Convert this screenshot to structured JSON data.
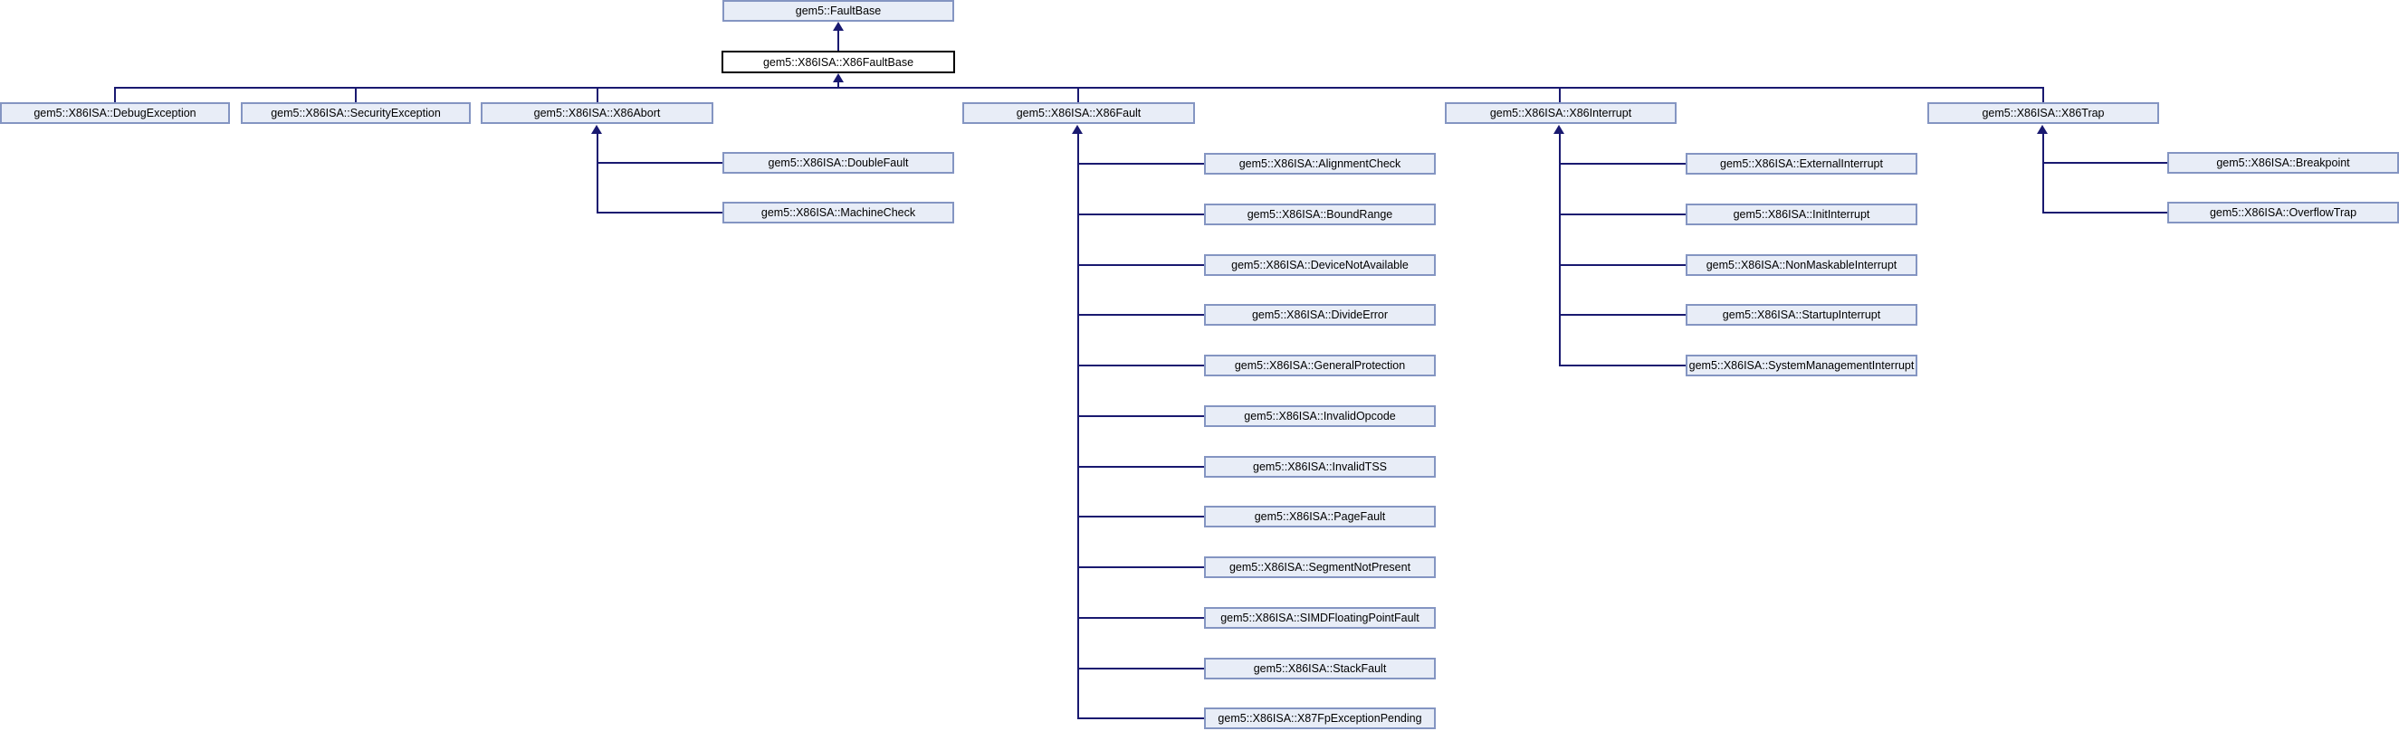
{
  "colors": {
    "background": "#ffffff",
    "node_fill": "#e8edf7",
    "node_border": "#8495c2",
    "current_node_fill": "#ffffff",
    "current_node_border": "#000000",
    "edge": "#191970",
    "text": "#000000"
  },
  "graph": {
    "type": "class-inheritance-diagram",
    "base": {
      "label": "gem5::FaultBase"
    },
    "current": {
      "label": "gem5::X86ISA::X86FaultBase"
    },
    "subclasses": [
      {
        "label": "gem5::X86ISA::DebugException",
        "children": []
      },
      {
        "label": "gem5::X86ISA::SecurityException",
        "children": []
      },
      {
        "label": "gem5::X86ISA::X86Abort",
        "children": [
          {
            "label": "gem5::X86ISA::DoubleFault"
          },
          {
            "label": "gem5::X86ISA::MachineCheck"
          }
        ]
      },
      {
        "label": "gem5::X86ISA::X86Fault",
        "children": [
          {
            "label": "gem5::X86ISA::AlignmentCheck"
          },
          {
            "label": "gem5::X86ISA::BoundRange"
          },
          {
            "label": "gem5::X86ISA::DeviceNotAvailable"
          },
          {
            "label": "gem5::X86ISA::DivideError"
          },
          {
            "label": "gem5::X86ISA::GeneralProtection"
          },
          {
            "label": "gem5::X86ISA::InvalidOpcode"
          },
          {
            "label": "gem5::X86ISA::InvalidTSS"
          },
          {
            "label": "gem5::X86ISA::PageFault"
          },
          {
            "label": "gem5::X86ISA::SegmentNotPresent"
          },
          {
            "label": "gem5::X86ISA::SIMDFloatingPointFault"
          },
          {
            "label": "gem5::X86ISA::StackFault"
          },
          {
            "label": "gem5::X86ISA::X87FpExceptionPending"
          }
        ]
      },
      {
        "label": "gem5::X86ISA::X86Interrupt",
        "children": [
          {
            "label": "gem5::X86ISA::ExternalInterrupt"
          },
          {
            "label": "gem5::X86ISA::InitInterrupt"
          },
          {
            "label": "gem5::X86ISA::NonMaskableInterrupt"
          },
          {
            "label": "gem5::X86ISA::StartupInterrupt"
          },
          {
            "label": "gem5::X86ISA::SystemManagementInterrupt"
          }
        ]
      },
      {
        "label": "gem5::X86ISA::X86Trap",
        "children": [
          {
            "label": "gem5::X86ISA::Breakpoint"
          },
          {
            "label": "gem5::X86ISA::OverflowTrap"
          }
        ]
      }
    ]
  }
}
